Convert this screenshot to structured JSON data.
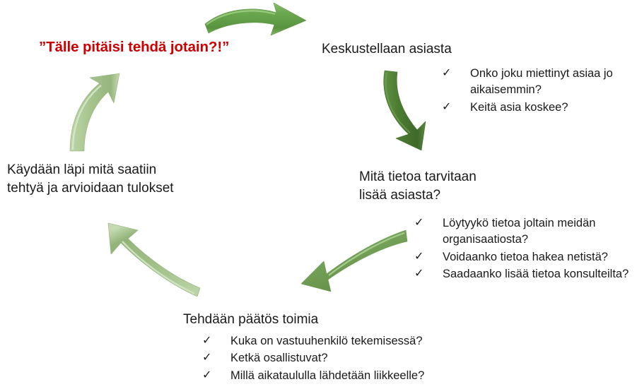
{
  "diagram": {
    "headline": "”Tälle pitäisi tehdä jotain?!”",
    "headline_color": "#cc0000",
    "bullet_glyph": "✓",
    "stages": [
      {
        "id": "discuss",
        "title": "Keskustellaan asiasta",
        "bullets": [
          "Onko joku miettinyt asiaa jo aikaisemmin?",
          "Keitä asia koskee?"
        ]
      },
      {
        "id": "info",
        "title": "Mitä tietoa tarvitaan\nlisää asiasta?",
        "bullets": [
          "Löytyykö tietoa joltain meidän organisaatiosta?",
          "Voidaanko tietoa hakea netistä?",
          "Saadaanko lisää tietoa konsulteilta?"
        ]
      },
      {
        "id": "decide",
        "title": "Tehdään päätös toimia",
        "bullets": [
          "Kuka on vastuuhenkilö tekemisessä?",
          "Ketkä osallistuvat?",
          "Millä aikataululla lähdetään liikkeelle?"
        ]
      },
      {
        "id": "review",
        "title": "Käydään läpi mitä saatiin\ntehtyä ja arvioidaan tulokset",
        "bullets": []
      }
    ],
    "arrows": [
      {
        "id": "arrow-top",
        "direction": "right",
        "color": "#6aa84f"
      },
      {
        "id": "arrow-right",
        "direction": "down",
        "color": "#4c7c33"
      },
      {
        "id": "arrow-bottomright",
        "direction": "down-left",
        "color": "#76a35a"
      },
      {
        "id": "arrow-bottomleft",
        "direction": "up-left",
        "color": "#a3c189"
      },
      {
        "id": "arrow-left",
        "direction": "up",
        "color": "#a8c58f"
      }
    ]
  }
}
